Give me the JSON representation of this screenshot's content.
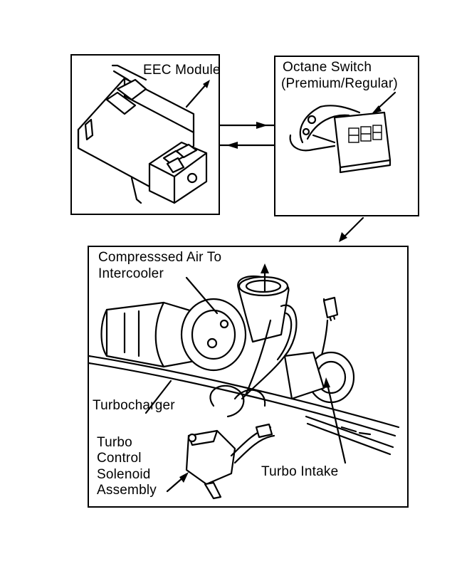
{
  "diagram": {
    "labels": {
      "eec_module": "EEC Module",
      "octane_switch_line1": "Octane Switch",
      "octane_switch_line2": "(Premium/Regular)",
      "compressed_air_line1": "Compresssed Air To",
      "compressed_air_line2": "Intercooler",
      "turbocharger": "Turbocharger",
      "solenoid_line1": "Turbo",
      "solenoid_line2": "Control",
      "solenoid_line3": "Solenoid",
      "solenoid_line4": "Assembly",
      "turbo_intake": "Turbo Intake"
    },
    "colors": {
      "ink": "#000000",
      "paper": "#ffffff"
    }
  }
}
